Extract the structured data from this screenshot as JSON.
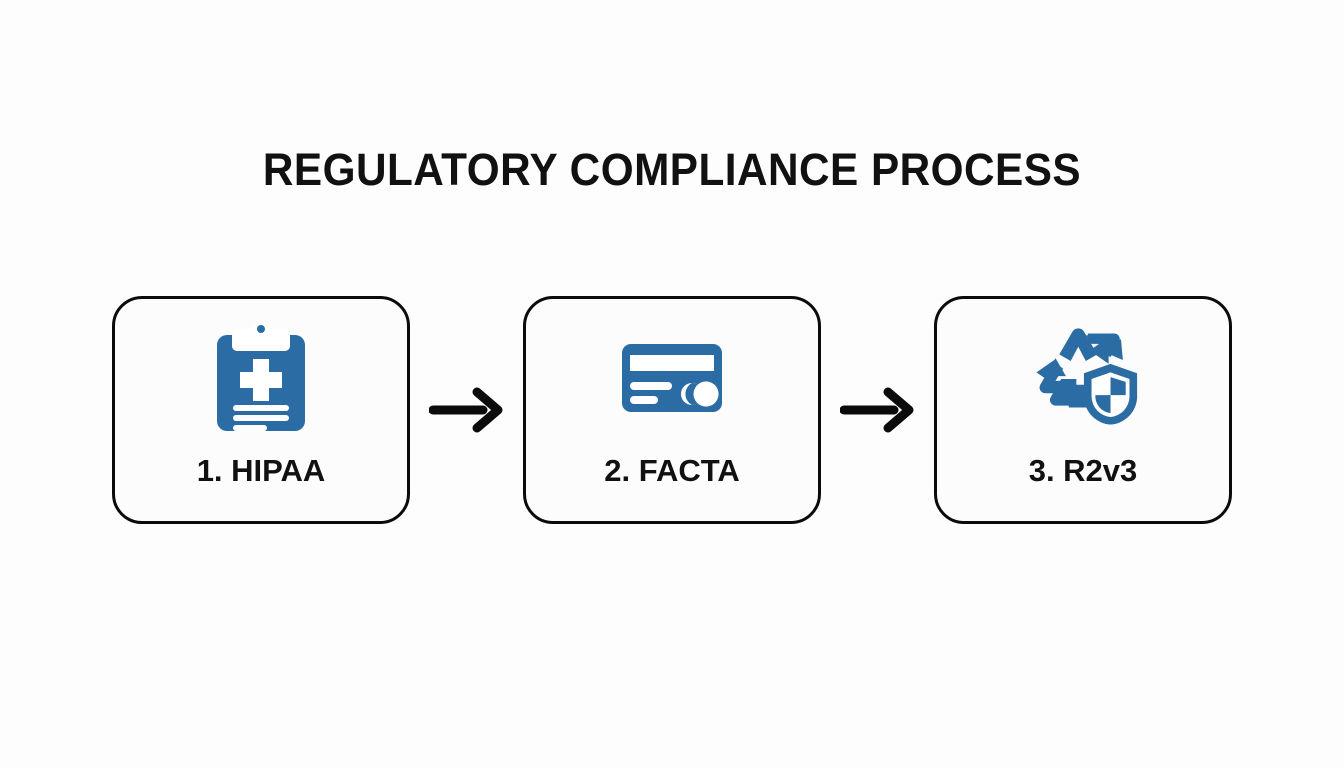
{
  "page": {
    "title": "REGULATORY COMPLIANCE PROCESS",
    "background_color": "#fdfdfd",
    "text_color": "#111111",
    "accent_color": "#2c6ca5",
    "outline_color": "#0b0b0b"
  },
  "flow": {
    "steps": [
      {
        "label": "1. HIPAA",
        "icon": "medical-clipboard-icon",
        "icon_color": "#2c6ca5"
      },
      {
        "label": "2. FACTA",
        "icon": "credit-card-icon",
        "icon_color": "#2c6ca5"
      },
      {
        "label": "3. R2v3",
        "icon": "recycle-shield-icon",
        "icon_color": "#2c6ca5"
      }
    ],
    "connectors": [
      {
        "icon": "arrow-right-icon"
      },
      {
        "icon": "arrow-right-icon"
      }
    ]
  }
}
